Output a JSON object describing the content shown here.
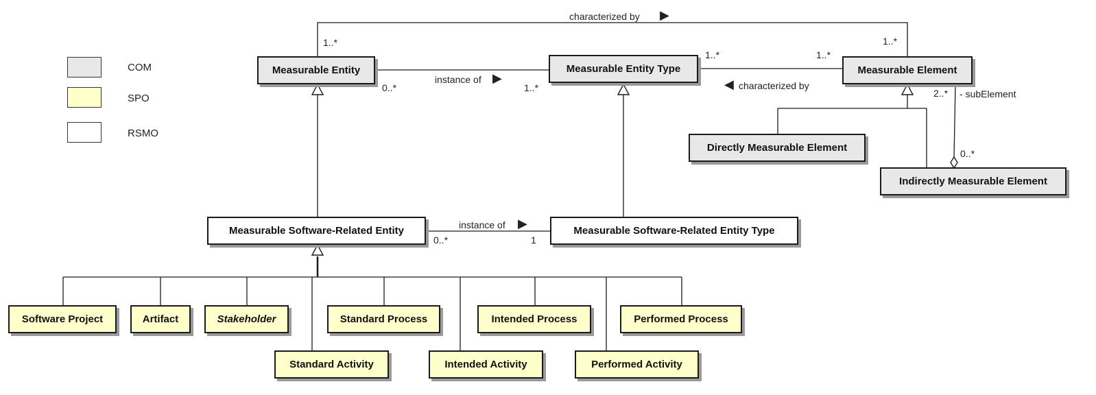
{
  "legend": [
    {
      "label": "COM",
      "color": "#e8e8e8"
    },
    {
      "label": "SPO",
      "color": "#ffffcc"
    },
    {
      "label": "RSMO",
      "color": "#ffffff"
    }
  ],
  "classes": {
    "measurable_entity": "Measurable Entity",
    "measurable_entity_type": "Measurable Entity Type",
    "measurable_element": "Measurable Element",
    "directly_measurable_element": "Directly Measurable Element",
    "indirectly_measurable_element": "Indirectly Measurable Element",
    "msr_entity": "Measurable Software-Related Entity",
    "msr_entity_type": "Measurable Software-Related Entity Type",
    "software_project": "Software Project",
    "artifact": "Artifact",
    "stakeholder": "Stakeholder",
    "standard_process": "Standard Process",
    "intended_process": "Intended Process",
    "performed_process": "Performed Process",
    "standard_activity": "Standard Activity",
    "intended_activity": "Intended Activity",
    "performed_activity": "Performed Activity"
  },
  "associations": {
    "characterized_by_top": "characterized by",
    "characterized_by_mid": "characterized by",
    "instance_of_top": "instance of",
    "instance_of_bottom": "instance of",
    "sub_element": "- subElement"
  },
  "multiplicities": {
    "me_top": "1..*",
    "mel_top": "1..*",
    "me_right": "0..*",
    "met_left": "1..*",
    "met_right": "1..*",
    "mel_left": "1..*",
    "mel_sub": "2..*",
    "ime_agg": "0..*",
    "msre_right": "0..*",
    "msret_left": "1"
  },
  "arrows": {
    "right": "▶",
    "left": "◀"
  }
}
